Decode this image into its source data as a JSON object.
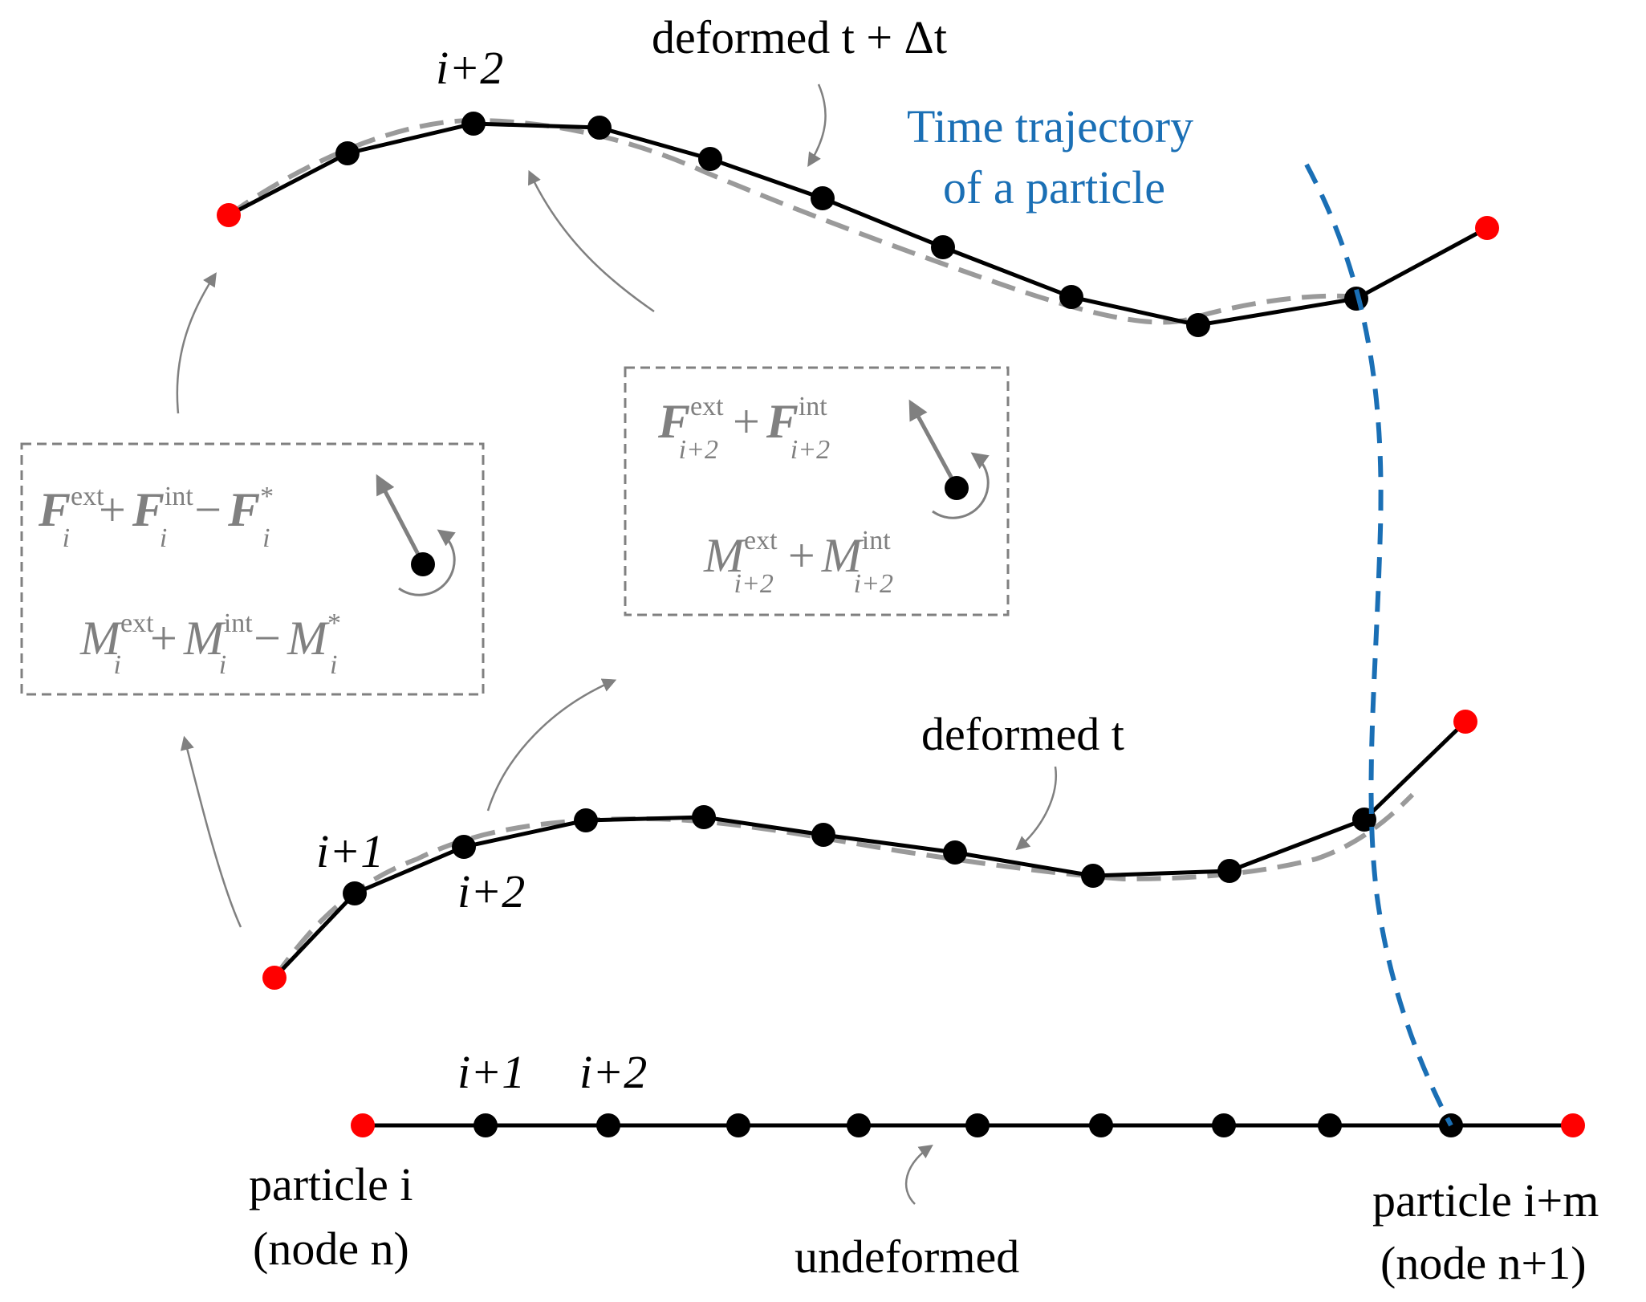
{
  "labels": {
    "deformed_t_dt": "deformed t + Δt",
    "deformed_t": "deformed t",
    "undeformed": "undeformed",
    "trajectory_line1": "Time trajectory",
    "trajectory_line2": "of a particle",
    "particle_i": "particle i",
    "node_n": "(node n)",
    "particle_im": "particle i+m",
    "node_n1": "(node n+1)",
    "top_i2": "i+2",
    "mid_i1": "i+1",
    "mid_i2": "i+2",
    "bot_i1": "i+1",
    "bot_i2": "i+2"
  },
  "box_left": {
    "force_eq": "F_i^ext + F_i^int − F_i^*",
    "moment_eq": "M_i^ext + M_i^int − M_i^*"
  },
  "box_right": {
    "force_eq": "F_{i+2}^ext + F_{i+2}^int",
    "moment_eq": "M_{i+2}^ext + M_{i+2}^int"
  },
  "colors": {
    "end_node": "#ff0000",
    "node": "#000000",
    "trajectory": "#1a6fb5",
    "annotation": "#808080"
  }
}
